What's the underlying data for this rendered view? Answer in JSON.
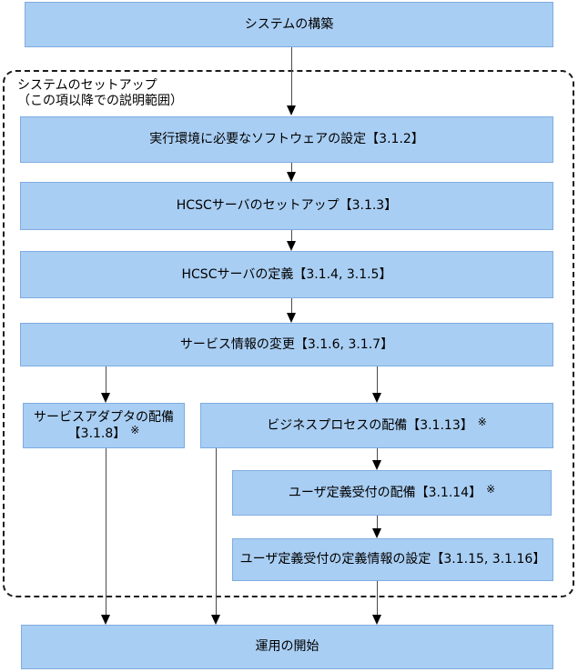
{
  "colors": {
    "box_fill": "#A9CEF3",
    "box_border": "#7FACE1",
    "arrow_line": "#4A4A4A",
    "dashed_border": "#1A1A1A"
  },
  "group": {
    "label_line1": "システムのセットアップ",
    "label_line2": "（この項以降での説明範囲）"
  },
  "boxes": {
    "system_build": {
      "label": "システムの構築"
    },
    "software_setup": {
      "label": "実行環境に必要なソフトウェアの設定【3.1.2】"
    },
    "hcsc_setup": {
      "label": "HCSCサーバのセットアップ【3.1.3】"
    },
    "hcsc_define": {
      "label": "HCSCサーバの定義【3.1.4, 3.1.5】"
    },
    "service_info": {
      "label": "サービス情報の変更【3.1.6, 3.1.7】"
    },
    "service_adapter": {
      "line1": "サービスアダプタの配備",
      "line2": "【3.1.8】",
      "note": "※"
    },
    "business_process": {
      "label": "ビジネスプロセスの配備【3.1.13】",
      "note": "※"
    },
    "user_reception_deploy": {
      "label": "ユーザ定義受付の配備【3.1.14】",
      "note": "※"
    },
    "user_reception_define": {
      "label": "ユーザ定義受付の定義情報の設定【3.1.15, 3.1.16】"
    },
    "operation_start": {
      "label": "運用の開始"
    }
  }
}
